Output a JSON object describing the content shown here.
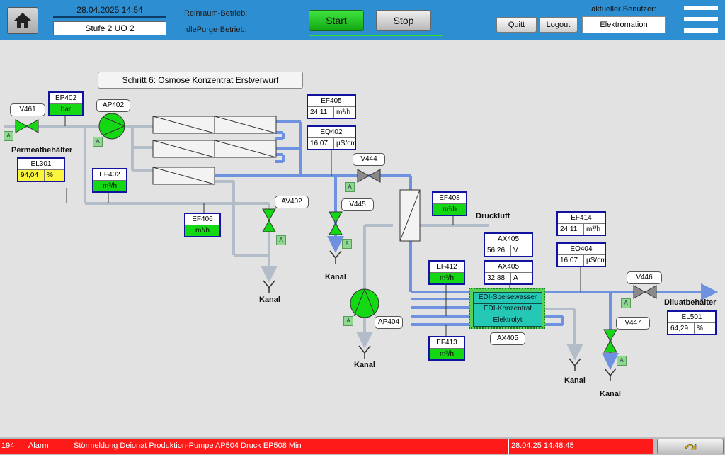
{
  "header": {
    "datetime": "28.04.2025 14:54",
    "stage": "Stufe 2 UO 2",
    "reinraum_label": "Reinraum-Betrieb:",
    "idlepurge_label": "IdlePurge-Betrieb:",
    "start_label": "Start",
    "stop_label": "Stop",
    "quitt_label": "Quitt",
    "logout_label": "Logout",
    "user_label": "aktueller Benutzer:",
    "user_value": "Elektromation"
  },
  "step": "Schritt 6: Osmose Konzentrat Erstverwurf",
  "tags": {
    "v461": "V461",
    "ap402": "AP402",
    "v444": "V444",
    "av402": "AV402",
    "v445": "V445",
    "ax405_bottom": "AX405",
    "ap404": "AP404",
    "v446": "V446",
    "v447": "V447"
  },
  "badge": "A",
  "meas": {
    "ep402": {
      "title": "EP402",
      "unit": "bar"
    },
    "el301": {
      "title": "EL301",
      "value": "94,04",
      "unit": "%"
    },
    "ef402": {
      "title": "EF402",
      "unit": "m³/h"
    },
    "ef406": {
      "title": "EF406",
      "unit": "m³/h"
    },
    "ef405": {
      "title": "EF405",
      "value": "24,11",
      "unit": "m³/h"
    },
    "eq402": {
      "title": "EQ402",
      "value": "16,07",
      "unit": "µS/cm"
    },
    "ef408": {
      "title": "EF408",
      "unit": "m³/h"
    },
    "ax405v": {
      "title": "AX405",
      "value": "56,26",
      "unit": "V"
    },
    "ax405a": {
      "title": "AX405",
      "value": "32,88",
      "unit": "A"
    },
    "ef412": {
      "title": "EF412",
      "unit": "m³/h"
    },
    "ef413": {
      "title": "EF413",
      "unit": "m³/h"
    },
    "ef414": {
      "title": "EF414",
      "value": "24,11",
      "unit": "m³/h"
    },
    "eq404": {
      "title": "EQ404",
      "value": "16,07",
      "unit": "µS/cm"
    },
    "el501": {
      "title": "EL501",
      "value": "64,29",
      "unit": "%"
    }
  },
  "labels": {
    "permeat": "Permeatbehälter",
    "druckluft": "Druckluft",
    "diluat": "Diluatbehälter",
    "kanal": "Kanal"
  },
  "edi": {
    "speisewasser": "EDI-Speisewasser",
    "konzentrat": "EDI-Konzentrat",
    "elektrolyt": "Elektrolyt"
  },
  "alarm": {
    "id": "194",
    "type": "Alarm",
    "message": "Störmeldung Deionat Produktion-Pumpe AP504 Druck EP508 Min",
    "time": "28.04.25 14:48:45"
  },
  "colors": {
    "header": "#2d8fd2",
    "pipe_blue": "#6f92e0",
    "pipe_gray": "#b3bcc9",
    "running_green": "#15d815",
    "alarm_red": "#ff1a1a"
  },
  "icons": [
    "home-icon",
    "menu-icon",
    "valve-icon",
    "pump-icon",
    "filter-icon",
    "drain-icon",
    "flow-arrow-icon",
    "acknowledge-icon"
  ]
}
